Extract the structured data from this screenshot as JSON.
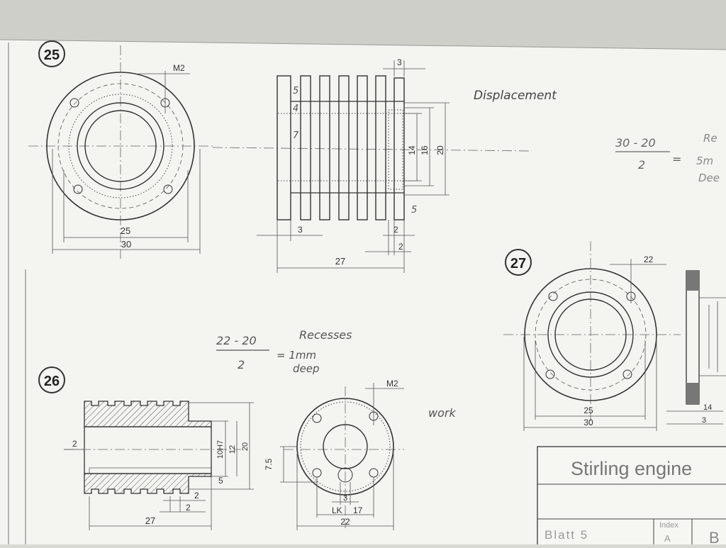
{
  "parts": {
    "p25": {
      "number": "25",
      "labels": {
        "m2": "M2",
        "d25": "25",
        "d30": "30",
        "d3top": "3",
        "d14": "14",
        "d16": "16",
        "d20": "20",
        "d5": "5",
        "d3": "3",
        "d2a": "2",
        "d2b": "2",
        "d27": "27",
        "s1": "5",
        "s2": "4",
        "s3": "7"
      }
    },
    "p26": {
      "number": "26",
      "labels": {
        "d2": "2",
        "d10h7": "10H7",
        "d12": "12",
        "d20": "20",
        "d5": "5",
        "d2a": "2",
        "d2b": "2",
        "d27": "27",
        "m2": "M2",
        "d75": "7.5",
        "d3": "3",
        "lk": "LK",
        "d17": "17",
        "d22": "22"
      }
    },
    "p27": {
      "number": "27",
      "labels": {
        "d22": "22",
        "d25": "25",
        "d30": "30",
        "d14": "14",
        "d3": "3"
      }
    }
  },
  "notes": {
    "displacement": "Displacement",
    "calc1_num": "30 - 20",
    "calc1_den": "2",
    "calc1_eq": "=",
    "calc1_r1": "Re",
    "calc1_r2": "5m",
    "calc1_r3": "Dee",
    "calc2_num": "22 - 20",
    "calc2_den": "2",
    "calc2_title": "Recesses",
    "calc2_eq": "= 1mm",
    "calc2_deep": "deep",
    "work": "work"
  },
  "title_block": {
    "title": "Stirling engine",
    "sheet": "Blatt 5",
    "index_label": "Index",
    "index_value": "A",
    "corner": "B"
  }
}
